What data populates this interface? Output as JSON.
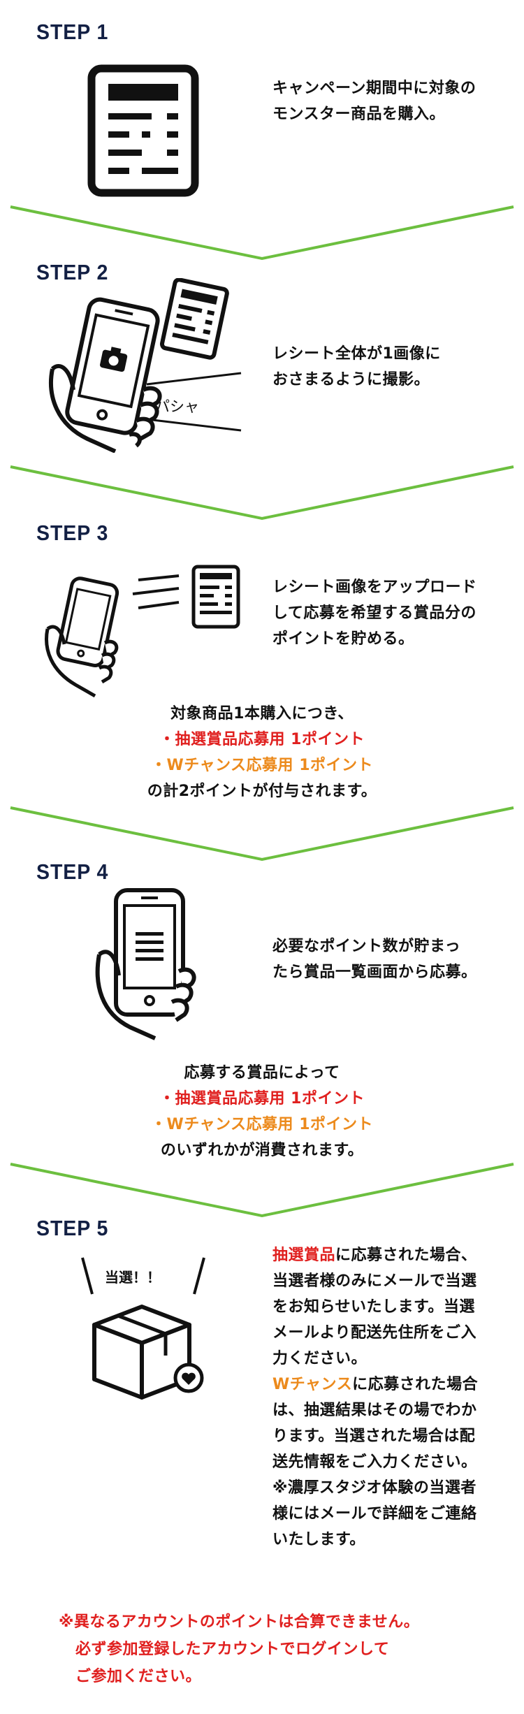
{
  "steps": [
    {
      "title": "STEP 1",
      "desc": [
        "キャンペーン期間中に対象の",
        "モンスター商品を購入。"
      ]
    },
    {
      "title": "STEP 2",
      "desc": [
        "レシート全体が1画像に",
        "おさまるように撮影。"
      ],
      "sound": "パシャ"
    },
    {
      "title": "STEP 3",
      "desc": [
        "レシート画像をアップロード",
        "して応募を希望する賞品分の",
        "ポイントを貯める。"
      ]
    },
    {
      "title": "STEP 4",
      "desc": [
        "必要なポイント数が貯まっ",
        "たら賞品一覧画面から応募。"
      ]
    },
    {
      "title": "STEP 5",
      "shout": "当選！！"
    }
  ],
  "step3_points": {
    "intro": "対象商品1本購入につき、",
    "lottery": "・抽選賞品応募用 1ポイント",
    "wchance": "・Wチャンス応募用 1ポイント",
    "outro": "の計2ポイントが付与されます。"
  },
  "step4_points": {
    "intro": "応募する賞品によって",
    "lottery": "・抽選賞品応募用 1ポイント",
    "wchance": "・Wチャンス応募用 1ポイント",
    "outro": "のいずれかが消費されます。"
  },
  "step5_text": {
    "lottery_term": "抽選賞品",
    "lottery_rest": "に応募された場合、",
    "lines_a": [
      "当選者様のみにメールで当選",
      "をお知らせいたします。当選",
      "メールより配送先住所をご入",
      "力ください。"
    ],
    "wchance_term": "Wチャンス",
    "wchance_rest": "に応募された場合",
    "lines_b": [
      "は、抽選結果はその場でわか",
      "ります。当選された場合は配",
      "送先情報をご入力ください。",
      "※濃厚スタジオ体験の当選者",
      "様にはメールで詳細をご連絡",
      "いたします。"
    ]
  },
  "notice": [
    "※異なるアカウントのポイントは合算できません。",
    "必ず参加登録したアカウントでログインして",
    "ご参加ください。"
  ],
  "colors": {
    "navy": "#132044",
    "green": "#6cbf3f",
    "red": "#e0201f",
    "orange": "#ec8a1c"
  },
  "icons": [
    "receipt-icon",
    "phone-camera-icon",
    "phone-upload-icon",
    "phone-list-icon",
    "gift-box-icon",
    "heart-icon"
  ]
}
